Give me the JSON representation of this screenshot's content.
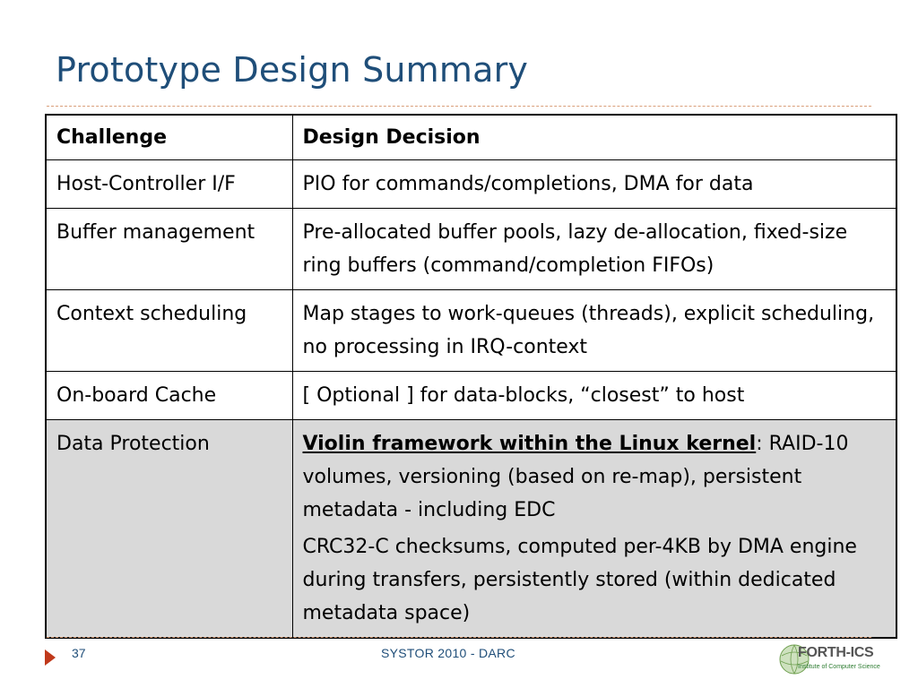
{
  "slide": {
    "title": "Prototype Design Summary"
  },
  "table": {
    "headers": [
      "Challenge",
      "Design Decision"
    ],
    "rows": [
      {
        "challenge": "Host-Controller I/F",
        "decision": "PIO for commands/completions, DMA for data"
      },
      {
        "challenge": "Buffer management",
        "decision": "Pre-allocated buffer pools, lazy de-allocation, fixed-size ring buffers (command/completion FIFOs)"
      },
      {
        "challenge": "Context scheduling",
        "decision": "Map stages to work-queues (threads), explicit scheduling, no processing in IRQ-context"
      },
      {
        "challenge": "On-board Cache",
        "decision": "[ Optional ] for data-blocks, “closest” to host"
      },
      {
        "challenge": "Data Protection",
        "decision_emph": "Violin framework within the Linux kernel",
        "decision_colon": ":",
        "decision_rest": " RAID-10 volumes, versioning (based on re-map), persistent metadata - including EDC",
        "decision_para2": "CRC32-C checksums, computed per-4KB by DMA engine during transfers,  persistently stored (within dedicated metadata space)"
      }
    ]
  },
  "footer": {
    "page_number": "37",
    "center_text": "SYSTOR 2010 - DARC",
    "logo_text": "FORTH-ICS",
    "logo_subtext": "Institute of Computer Science"
  },
  "colors": {
    "title": "#1f4e79",
    "highlight_row": "#d9d9d9",
    "accent_arrow": "#c0391b"
  }
}
